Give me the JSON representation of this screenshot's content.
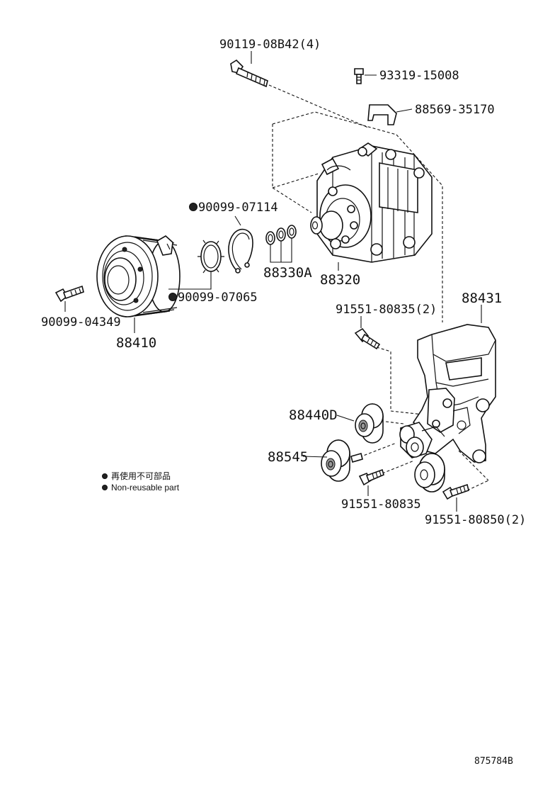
{
  "parts": {
    "p90119": "90119-08B42(4)",
    "p93319": "93319-15008",
    "p88569": "88569-35170",
    "p90099_07114": "90099-07114",
    "p90099_07065": "90099-07065",
    "p88330A": "88330A",
    "p88320": "88320",
    "p90099_04349": "90099-04349",
    "p88410": "88410",
    "p88431": "88431",
    "p91551_80835_2": "91551-80835(2)",
    "p88440D": "88440D",
    "p88545": "88545",
    "p91551_80835": "91551-80835",
    "p91551_80850_2": "91551-80850(2)"
  },
  "legend": {
    "jp": "再使用不可部品",
    "en": "Non-reusable part"
  },
  "diagram_code": "875784B"
}
